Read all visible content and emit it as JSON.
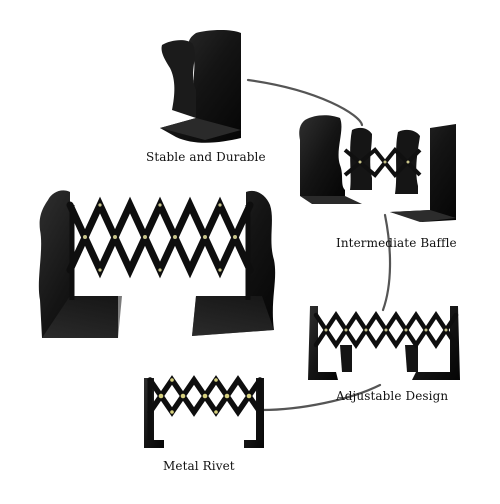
{
  "captions": {
    "stable": "Stable and Durable",
    "baffle": "Intermediate Baffle",
    "adjustable": "Adjustable Design",
    "rivet": "Metal Rivet"
  },
  "colors": {
    "background": "#ffffff",
    "metal": "#121212",
    "metal_highlight": "#2b2b2b",
    "rivet": "#c9c48a",
    "arc": "#555555"
  }
}
